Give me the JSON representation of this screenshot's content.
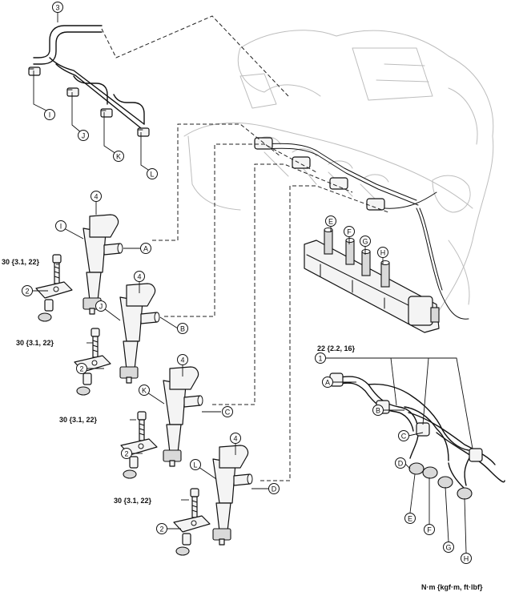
{
  "torque_labels": {
    "injector_bolt_1": "30 {3.1, 22}",
    "injector_bolt_2": "30 {3.1, 22}",
    "injector_bolt_3": "30 {3.1, 22}",
    "injector_bolt_4": "30 {3.1, 22}",
    "pipe_nuts": "22 {2.2, 16}"
  },
  "units_note": "N·m {kgf·m, ft·lbf}",
  "callouts": {
    "n1": "1",
    "n2": "2",
    "n3": "3",
    "n4": "4",
    "A": "A",
    "B": "B",
    "C": "C",
    "D": "D",
    "E": "E",
    "F": "F",
    "G": "G",
    "H": "H",
    "I": "I",
    "J": "J",
    "K": "K",
    "L": "L"
  }
}
